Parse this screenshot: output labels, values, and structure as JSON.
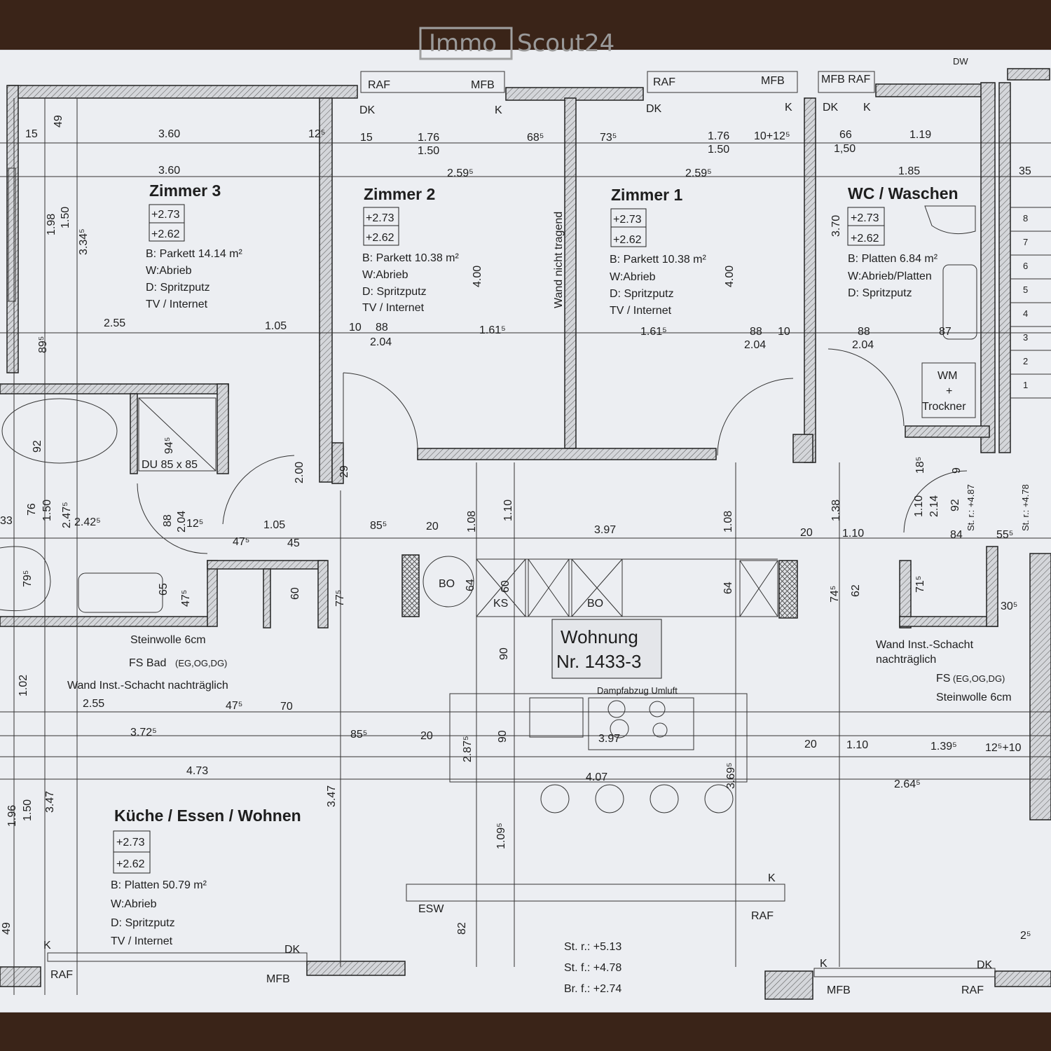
{
  "watermark": {
    "part1": "Immo",
    "part2": "Scout24"
  },
  "rooms": {
    "zimmer3": {
      "name": "Zimmer 3",
      "level_top": "+2.73",
      "level_bottom": "+2.62",
      "floor": "B: Parkett 14.14 m²",
      "wall": "W:Abrieb",
      "ceiling": "D: Spritzputz",
      "media": "TV / Internet"
    },
    "zimmer2": {
      "name": "Zimmer 2",
      "level_top": "+2.73",
      "level_bottom": "+2.62",
      "floor": "B: Parkett 10.38 m²",
      "wall": "W:Abrieb",
      "ceiling": "D: Spritzputz",
      "media": "TV / Internet"
    },
    "zimmer1": {
      "name": "Zimmer 1",
      "level_top": "+2.73",
      "level_bottom": "+2.62",
      "floor": "B: Parkett 10.38 m²",
      "wall": "W:Abrieb",
      "ceiling": "D: Spritzputz",
      "media": "TV / Internet"
    },
    "wc": {
      "name": "WC / Waschen",
      "level_top": "+2.73",
      "level_bottom": "+2.62",
      "floor": "B: Platten 6.84 m²",
      "wall": "W:Abrieb/Platten",
      "ceiling": "D: Spritzputz"
    },
    "kueche": {
      "name": "Küche / Essen / Wohnen",
      "level_top": "+2.73",
      "level_bottom": "+2.62",
      "floor": "B: Platten 50.79 m²",
      "wall": "W:Abrieb",
      "ceiling": "D: Spritzputz",
      "media": "TV / Internet"
    }
  },
  "apartment": {
    "line1": "Wohnung",
    "line2": "Nr. 1433-3"
  },
  "fixtures": {
    "shower": "DU 85 x 85",
    "washer_line1": "WM",
    "washer_line2": "+",
    "washer_line3": "Trockner",
    "hood": "Dampfabzug Umluft",
    "bo1": "BO",
    "bo2": "BO",
    "ks": "KS",
    "esw": "ESW",
    "wall_note": "Wand nicht tragend"
  },
  "notes": {
    "steinwolle_left": "Steinwolle 6cm",
    "fs_bad": "FS Bad",
    "fs_bad_sub": "(EG,OG,DG)",
    "wand_left": "Wand Inst.-Schacht nachträglich",
    "wand_right_1": "Wand Inst.-Schacht",
    "wand_right_2": "nachträglich",
    "fs_right": "FS",
    "fs_right_sub": "(EG,OG,DG)",
    "steinwolle_right": "Steinwolle 6cm"
  },
  "window_labels": {
    "raf_top1": "RAF",
    "mfb_top1": "MFB",
    "raf_top2": "RAF",
    "mfb_top2": "MFB",
    "mfb_raf_top3": "MFB RAF",
    "dk": "DK",
    "k": "K",
    "dw": "DW",
    "raf_bl": "RAF",
    "mfb_bl": "MFB",
    "dk_bl": "DK",
    "k_bl": "K",
    "raf_bc": "RAF",
    "k_bc": "K",
    "mfb_br": "MFB",
    "raf_br": "RAF",
    "k_br": "K",
    "dk_br": "DK"
  },
  "levels": {
    "st_r": "St. r.: +5.13",
    "st_f": "St. f.: +4.78",
    "br_f": "Br. f.: +2.74",
    "st_r_487": "St. r.: +4.87",
    "st_r_478": "St. r.: +4.78"
  },
  "dimensions": {
    "d_360a": "3.60",
    "d_360b": "3.60",
    "d_15": "15",
    "d_49": "49",
    "d_125a": "12⁵",
    "d_176a": "1.76",
    "d_150a": "1.50",
    "d_685": "68⁵",
    "d_735": "73⁵",
    "d_176b": "1.76",
    "d_150b": "1.50",
    "d_10125": "10+12⁵",
    "d_66": "66",
    "d_119": "1.19",
    "d_150c": "1,50",
    "d_185": "1.85",
    "d_35": "35",
    "d_2595a": "2.59⁵",
    "d_2595b": "2.59⁵",
    "d_198": "1.98",
    "d_150d": "1.50",
    "d_3345": "3.34⁵",
    "d_400a": "4.00",
    "d_400b": "4.00",
    "d_370": "3.70",
    "d_255a": "2.55",
    "d_105a": "1.05",
    "d_10a": "10",
    "d_88a": "88",
    "d_204a": "2.04",
    "d_1615a": "1.61⁵",
    "d_1615b": "1.61⁵",
    "d_88b": "88",
    "d_10b": "10",
    "d_204b": "2.04",
    "d_88c": "88",
    "d_204c": "2.04",
    "d_87": "87",
    "d_895": "89⁵",
    "d_92": "92",
    "d_945": "94⁵",
    "d_200": "2.00",
    "d_29": "29",
    "d_76": "76",
    "d_150e": "1.50",
    "d_2475": "2.47⁵",
    "d_2425": "2.42⁵",
    "d_88d": "88",
    "d_204d": "2.04",
    "d_105b": "1.05",
    "d_475a": "47⁵",
    "d_45": "45",
    "d_855a": "85⁵",
    "d_20a": "20",
    "d_397a": "3.97",
    "d_20b": "20",
    "d_110a": "1.10",
    "d_108a": "1.08",
    "d_110b": "1.10",
    "d_108b": "1.08",
    "d_138": "1.38",
    "d_84": "84",
    "d_555": "55⁵",
    "d_795": "79⁵",
    "d_65": "65",
    "d_475b": "47⁵",
    "d_60a": "60",
    "d_775": "77⁵",
    "d_64a": "64",
    "d_60b": "60",
    "d_64b": "64",
    "d_745": "74⁵",
    "d_62": "62",
    "d_715": "71⁵",
    "d_305": "30⁵",
    "d_102": "1.02",
    "d_255b": "2.55",
    "d_475c": "47⁵",
    "d_70": "70",
    "d_90a": "90",
    "d_3725": "3.72⁵",
    "d_855b": "85⁵",
    "d_20c": "20",
    "d_2875": "2.87⁵",
    "d_90b": "90",
    "d_397b": "3.97",
    "d_20d": "20",
    "d_110c": "1.10",
    "d_1395": "1.39⁵",
    "d_12510": "12⁵+10",
    "d_473": "4.73",
    "d_407": "4.07",
    "d_3695": "3.69⁵",
    "d_2645": "2.64⁵",
    "d_196": "1.96",
    "d_150f": "1.50",
    "d_347a": "3.47",
    "d_347b": "3.47",
    "d_1095": "1.09⁵",
    "d_82": "82",
    "d_49b": "49",
    "d_25": "2⁵",
    "d_110d": "1.10",
    "d_214": "2.14",
    "d_185b": "18⁵",
    "d_9": "9",
    "d_92b": "92",
    "d_33": "33",
    "d_125z": "12⁵"
  },
  "stair_numbers": [
    "8",
    "7",
    "6",
    "5",
    "4",
    "3",
    "2",
    "1"
  ]
}
